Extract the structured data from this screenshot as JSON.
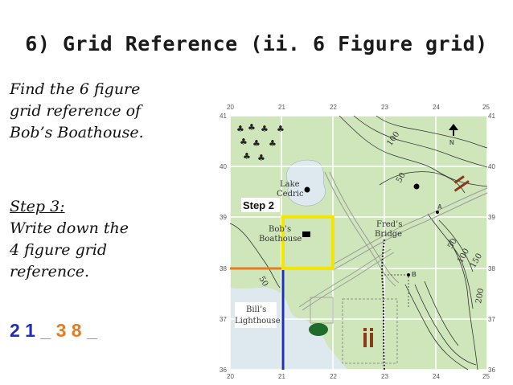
{
  "title": "6) Grid Reference (ii. 6 Figure grid)",
  "task_lines": [
    "Find the 6 figure",
    "grid reference of",
    "Bob’s Boathouse."
  ],
  "step_heading": "Step 3:",
  "step_lines": [
    "Write down the",
    "4 figure grid",
    "reference."
  ],
  "answer": {
    "easting": "2 1",
    "northing": "3 8",
    "blank": "_"
  },
  "map": {
    "step_label": "Step 2",
    "place_labels": {
      "lake_1": "Lake",
      "lake_2": "Cedric",
      "bobs_1": "Bob’s",
      "bobs_2": "Boathouse",
      "freds_1": "Fred’s",
      "freds_2": "Bridge",
      "bills_1": "Bill’s",
      "bills_2": "Lighthouse",
      "point_a": "A",
      "point_b": "B",
      "north": "N"
    },
    "eastings": [
      "20",
      "21",
      "22",
      "23",
      "24",
      "25"
    ],
    "northings": [
      "41",
      "40",
      "39",
      "38",
      "37",
      "36"
    ],
    "contours": [
      "100",
      "50",
      "50",
      "100",
      "150",
      "200",
      "50"
    ],
    "colors": {
      "land": "#cfe6bb",
      "water": "#dde9ee",
      "grid": "#ffffff",
      "highlight_square": "#f2e600",
      "easting_line": "#1f2fb8",
      "northing_line": "#e87a1f",
      "building": "#8b3a1a"
    }
  }
}
